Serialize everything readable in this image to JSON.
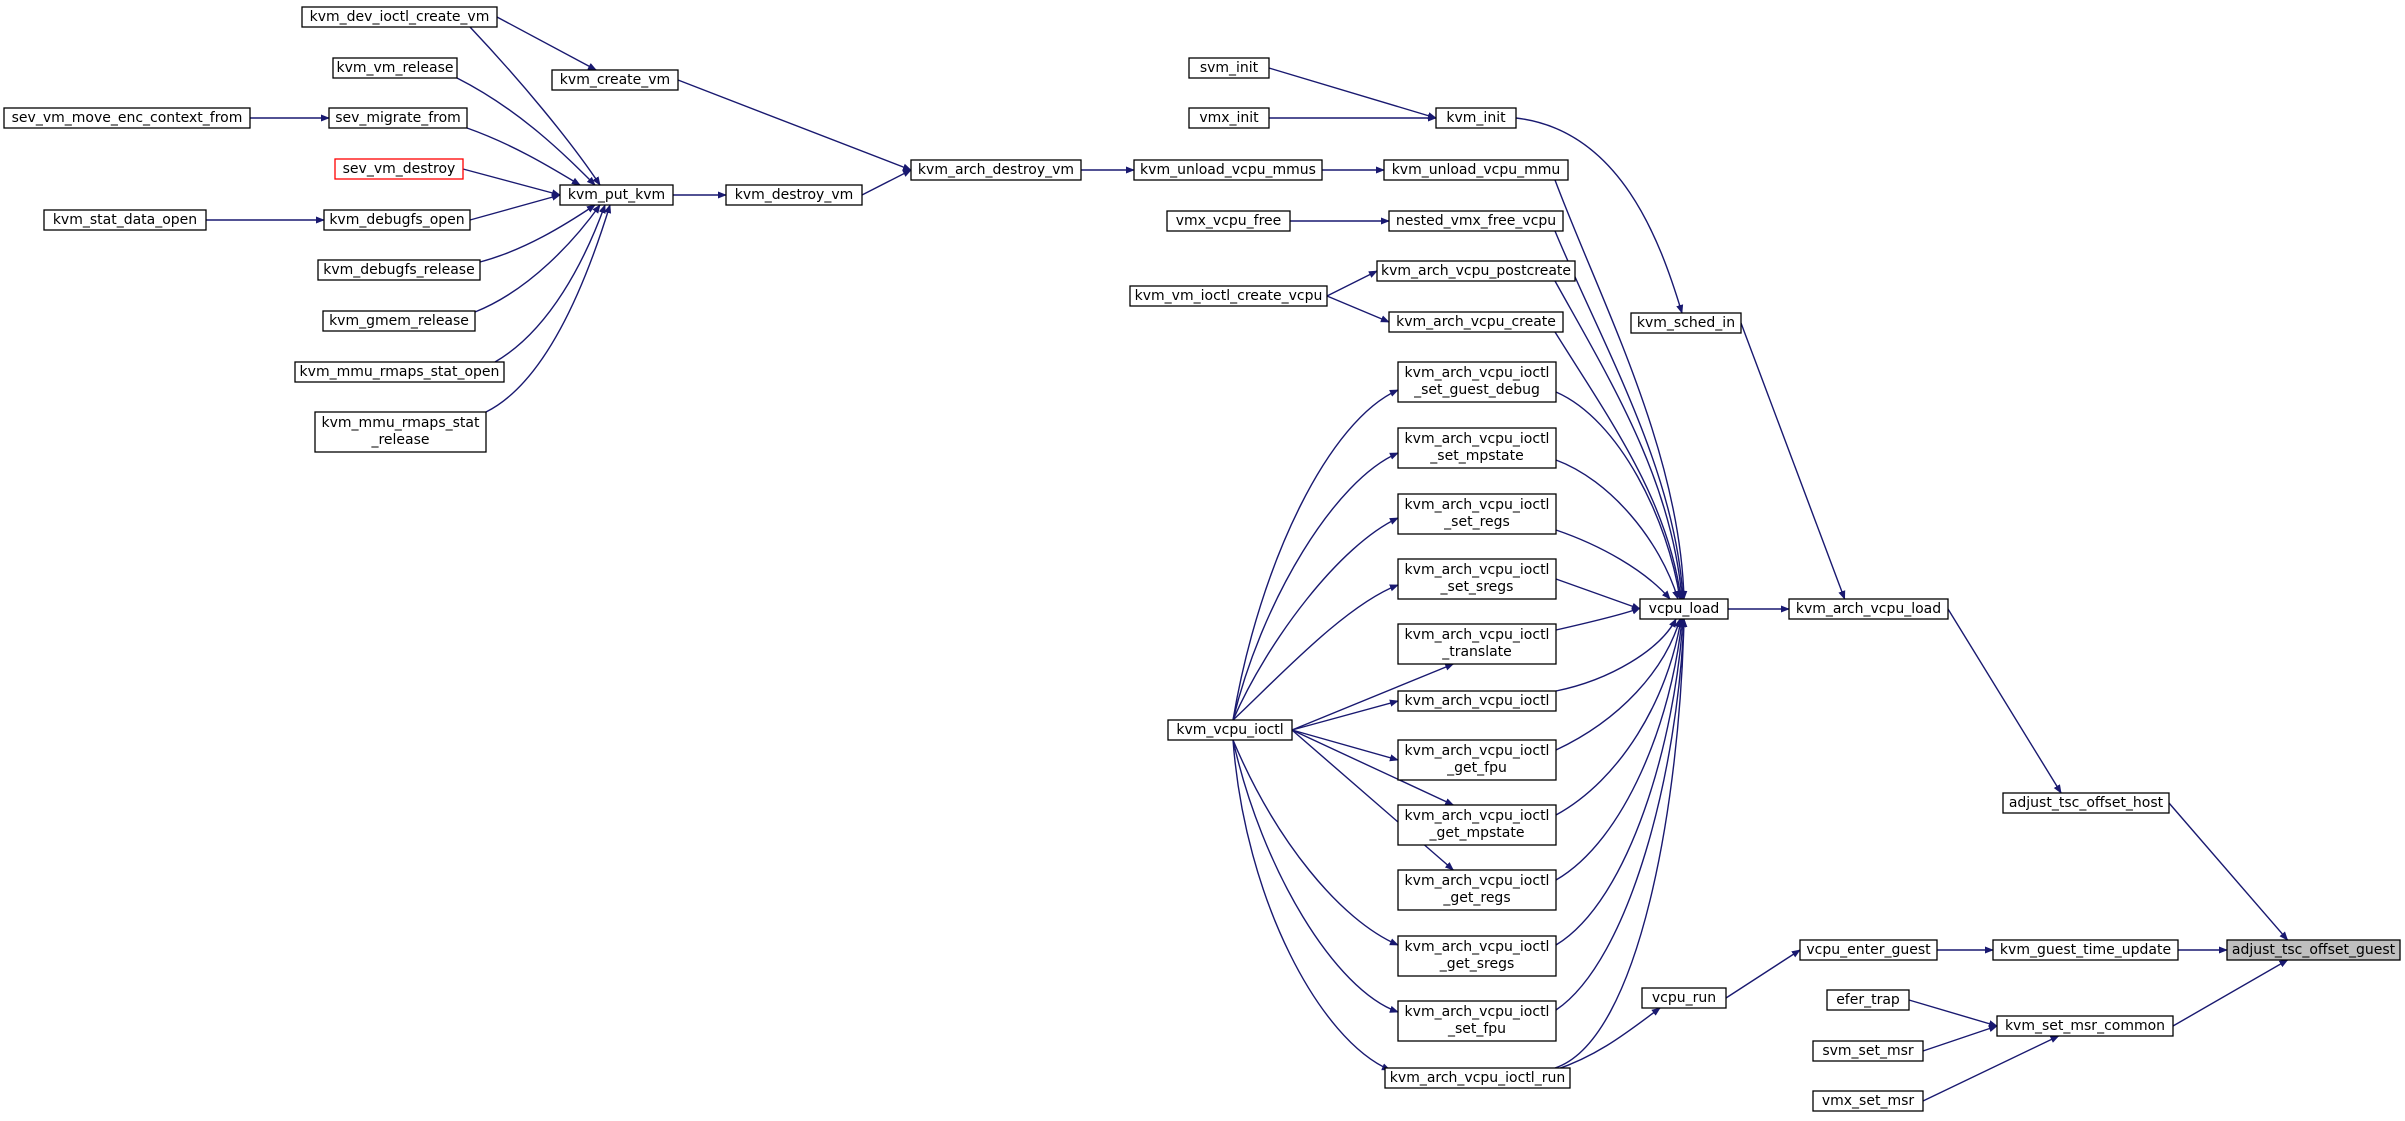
{
  "graph": {
    "edge_color": "#191970",
    "focus_fill": "#bfbfbf",
    "highlight_border": "#ff0000",
    "nodes": [
      {
        "id": "adjust_tsc_offset_guest",
        "lines": [
          "adjust_tsc_offset_guest"
        ],
        "style": "focus"
      },
      {
        "id": "adjust_tsc_offset_host",
        "lines": [
          "adjust_tsc_offset_host"
        ]
      },
      {
        "id": "kvm_guest_time_update",
        "lines": [
          "kvm_guest_time_update"
        ]
      },
      {
        "id": "kvm_set_msr_common",
        "lines": [
          "kvm_set_msr_common"
        ]
      },
      {
        "id": "kvm_arch_vcpu_load",
        "lines": [
          "kvm_arch_vcpu_load"
        ]
      },
      {
        "id": "vcpu_enter_guest",
        "lines": [
          "vcpu_enter_guest"
        ]
      },
      {
        "id": "efer_trap",
        "lines": [
          "efer_trap"
        ]
      },
      {
        "id": "svm_set_msr",
        "lines": [
          "svm_set_msr"
        ]
      },
      {
        "id": "vmx_set_msr",
        "lines": [
          "vmx_set_msr"
        ]
      },
      {
        "id": "kvm_sched_in",
        "lines": [
          "kvm_sched_in"
        ]
      },
      {
        "id": "vcpu_load",
        "lines": [
          "vcpu_load"
        ]
      },
      {
        "id": "vcpu_run",
        "lines": [
          "vcpu_run"
        ]
      },
      {
        "id": "kvm_init",
        "lines": [
          "kvm_init"
        ]
      },
      {
        "id": "kvm_unload_vcpu_mmu",
        "lines": [
          "kvm_unload_vcpu_mmu"
        ]
      },
      {
        "id": "nested_vmx_free_vcpu",
        "lines": [
          "nested_vmx_free_vcpu"
        ]
      },
      {
        "id": "kvm_arch_vcpu_postcreate",
        "lines": [
          "kvm_arch_vcpu_postcreate"
        ]
      },
      {
        "id": "kvm_arch_vcpu_create",
        "lines": [
          "kvm_arch_vcpu_create"
        ]
      },
      {
        "id": "kvm_arch_vcpu_ioctl_set_guest_debug",
        "lines": [
          "kvm_arch_vcpu_ioctl",
          "_set_guest_debug"
        ]
      },
      {
        "id": "kvm_arch_vcpu_ioctl_set_mpstate",
        "lines": [
          "kvm_arch_vcpu_ioctl",
          "_set_mpstate"
        ]
      },
      {
        "id": "kvm_arch_vcpu_ioctl_set_regs",
        "lines": [
          "kvm_arch_vcpu_ioctl",
          "_set_regs"
        ]
      },
      {
        "id": "kvm_arch_vcpu_ioctl_set_sregs",
        "lines": [
          "kvm_arch_vcpu_ioctl",
          "_set_sregs"
        ]
      },
      {
        "id": "kvm_arch_vcpu_ioctl_translate",
        "lines": [
          "kvm_arch_vcpu_ioctl",
          "_translate"
        ]
      },
      {
        "id": "kvm_arch_vcpu_ioctl",
        "lines": [
          "kvm_arch_vcpu_ioctl"
        ]
      },
      {
        "id": "kvm_arch_vcpu_ioctl_get_fpu",
        "lines": [
          "kvm_arch_vcpu_ioctl",
          "_get_fpu"
        ]
      },
      {
        "id": "kvm_arch_vcpu_ioctl_get_mpstate",
        "lines": [
          "kvm_arch_vcpu_ioctl",
          "_get_mpstate"
        ]
      },
      {
        "id": "kvm_arch_vcpu_ioctl_get_regs",
        "lines": [
          "kvm_arch_vcpu_ioctl",
          "_get_regs"
        ]
      },
      {
        "id": "kvm_arch_vcpu_ioctl_get_sregs",
        "lines": [
          "kvm_arch_vcpu_ioctl",
          "_get_sregs"
        ]
      },
      {
        "id": "kvm_arch_vcpu_ioctl_set_fpu",
        "lines": [
          "kvm_arch_vcpu_ioctl",
          "_set_fpu"
        ]
      },
      {
        "id": "kvm_arch_vcpu_ioctl_run",
        "lines": [
          "kvm_arch_vcpu_ioctl_run"
        ]
      },
      {
        "id": "svm_init",
        "lines": [
          "svm_init"
        ]
      },
      {
        "id": "vmx_init",
        "lines": [
          "vmx_init"
        ]
      },
      {
        "id": "kvm_unload_vcpu_mmus",
        "lines": [
          "kvm_unload_vcpu_mmus"
        ]
      },
      {
        "id": "vmx_vcpu_free",
        "lines": [
          "vmx_vcpu_free"
        ]
      },
      {
        "id": "kvm_vm_ioctl_create_vcpu",
        "lines": [
          "kvm_vm_ioctl_create_vcpu"
        ]
      },
      {
        "id": "kvm_vcpu_ioctl",
        "lines": [
          "kvm_vcpu_ioctl"
        ]
      },
      {
        "id": "kvm_arch_destroy_vm",
        "lines": [
          "kvm_arch_destroy_vm"
        ]
      },
      {
        "id": "kvm_create_vm",
        "lines": [
          "kvm_create_vm"
        ]
      },
      {
        "id": "kvm_destroy_vm",
        "lines": [
          "kvm_destroy_vm"
        ]
      },
      {
        "id": "kvm_put_kvm",
        "lines": [
          "kvm_put_kvm"
        ]
      },
      {
        "id": "kvm_dev_ioctl_create_vm",
        "lines": [
          "kvm_dev_ioctl_create_vm"
        ]
      },
      {
        "id": "kvm_vm_release",
        "lines": [
          "kvm_vm_release"
        ]
      },
      {
        "id": "sev_migrate_from",
        "lines": [
          "sev_migrate_from"
        ]
      },
      {
        "id": "sev_vm_destroy",
        "lines": [
          "sev_vm_destroy"
        ],
        "style": "highlight"
      },
      {
        "id": "kvm_debugfs_open",
        "lines": [
          "kvm_debugfs_open"
        ]
      },
      {
        "id": "kvm_debugfs_release",
        "lines": [
          "kvm_debugfs_release"
        ]
      },
      {
        "id": "kvm_gmem_release",
        "lines": [
          "kvm_gmem_release"
        ]
      },
      {
        "id": "kvm_mmu_rmaps_stat_open",
        "lines": [
          "kvm_mmu_rmaps_stat_open"
        ]
      },
      {
        "id": "kvm_mmu_rmaps_stat_release",
        "lines": [
          "kvm_mmu_rmaps_stat",
          "_release"
        ]
      },
      {
        "id": "sev_vm_move_enc_context_from",
        "lines": [
          "sev_vm_move_enc_context_from"
        ]
      },
      {
        "id": "kvm_stat_data_open",
        "lines": [
          "kvm_stat_data_open"
        ]
      }
    ],
    "edges": [
      [
        "adjust_tsc_offset_host",
        "adjust_tsc_offset_guest"
      ],
      [
        "kvm_guest_time_update",
        "adjust_tsc_offset_guest"
      ],
      [
        "kvm_set_msr_common",
        "adjust_tsc_offset_guest"
      ],
      [
        "kvm_arch_vcpu_load",
        "adjust_tsc_offset_host"
      ],
      [
        "vcpu_enter_guest",
        "kvm_guest_time_update"
      ],
      [
        "efer_trap",
        "kvm_set_msr_common"
      ],
      [
        "svm_set_msr",
        "kvm_set_msr_common"
      ],
      [
        "vmx_set_msr",
        "kvm_set_msr_common"
      ],
      [
        "kvm_sched_in",
        "kvm_arch_vcpu_load"
      ],
      [
        "vcpu_load",
        "kvm_arch_vcpu_load"
      ],
      [
        "vcpu_run",
        "vcpu_enter_guest"
      ],
      [
        "kvm_init",
        "kvm_sched_in"
      ],
      [
        "kvm_unload_vcpu_mmu",
        "vcpu_load"
      ],
      [
        "nested_vmx_free_vcpu",
        "vcpu_load"
      ],
      [
        "kvm_arch_vcpu_postcreate",
        "vcpu_load"
      ],
      [
        "kvm_arch_vcpu_create",
        "vcpu_load"
      ],
      [
        "kvm_arch_vcpu_ioctl_set_guest_debug",
        "vcpu_load"
      ],
      [
        "kvm_arch_vcpu_ioctl_set_mpstate",
        "vcpu_load"
      ],
      [
        "kvm_arch_vcpu_ioctl_set_regs",
        "vcpu_load"
      ],
      [
        "kvm_arch_vcpu_ioctl_set_sregs",
        "vcpu_load"
      ],
      [
        "kvm_arch_vcpu_ioctl_translate",
        "vcpu_load"
      ],
      [
        "kvm_arch_vcpu_ioctl",
        "vcpu_load"
      ],
      [
        "kvm_arch_vcpu_ioctl_get_fpu",
        "vcpu_load"
      ],
      [
        "kvm_arch_vcpu_ioctl_get_mpstate",
        "vcpu_load"
      ],
      [
        "kvm_arch_vcpu_ioctl_get_regs",
        "vcpu_load"
      ],
      [
        "kvm_arch_vcpu_ioctl_get_sregs",
        "vcpu_load"
      ],
      [
        "kvm_arch_vcpu_ioctl_set_fpu",
        "vcpu_load"
      ],
      [
        "kvm_arch_vcpu_ioctl_run",
        "vcpu_load"
      ],
      [
        "kvm_arch_vcpu_ioctl_run",
        "vcpu_run"
      ],
      [
        "svm_init",
        "kvm_init"
      ],
      [
        "vmx_init",
        "kvm_init"
      ],
      [
        "kvm_unload_vcpu_mmus",
        "kvm_unload_vcpu_mmu"
      ],
      [
        "vmx_vcpu_free",
        "nested_vmx_free_vcpu"
      ],
      [
        "kvm_vm_ioctl_create_vcpu",
        "kvm_arch_vcpu_postcreate"
      ],
      [
        "kvm_vm_ioctl_create_vcpu",
        "kvm_arch_vcpu_create"
      ],
      [
        "kvm_vcpu_ioctl",
        "kvm_arch_vcpu_ioctl_set_guest_debug"
      ],
      [
        "kvm_vcpu_ioctl",
        "kvm_arch_vcpu_ioctl_set_mpstate"
      ],
      [
        "kvm_vcpu_ioctl",
        "kvm_arch_vcpu_ioctl_set_regs"
      ],
      [
        "kvm_vcpu_ioctl",
        "kvm_arch_vcpu_ioctl_set_sregs"
      ],
      [
        "kvm_vcpu_ioctl",
        "kvm_arch_vcpu_ioctl_translate"
      ],
      [
        "kvm_vcpu_ioctl",
        "kvm_arch_vcpu_ioctl"
      ],
      [
        "kvm_vcpu_ioctl",
        "kvm_arch_vcpu_ioctl_get_fpu"
      ],
      [
        "kvm_vcpu_ioctl",
        "kvm_arch_vcpu_ioctl_get_mpstate"
      ],
      [
        "kvm_vcpu_ioctl",
        "kvm_arch_vcpu_ioctl_get_regs"
      ],
      [
        "kvm_vcpu_ioctl",
        "kvm_arch_vcpu_ioctl_get_sregs"
      ],
      [
        "kvm_vcpu_ioctl",
        "kvm_arch_vcpu_ioctl_set_fpu"
      ],
      [
        "kvm_vcpu_ioctl",
        "kvm_arch_vcpu_ioctl_run"
      ],
      [
        "kvm_arch_destroy_vm",
        "kvm_unload_vcpu_mmus"
      ],
      [
        "kvm_create_vm",
        "kvm_arch_destroy_vm"
      ],
      [
        "kvm_destroy_vm",
        "kvm_arch_destroy_vm"
      ],
      [
        "kvm_put_kvm",
        "kvm_destroy_vm"
      ],
      [
        "kvm_dev_ioctl_create_vm",
        "kvm_create_vm"
      ],
      [
        "kvm_dev_ioctl_create_vm",
        "kvm_put_kvm"
      ],
      [
        "kvm_vm_release",
        "kvm_put_kvm"
      ],
      [
        "sev_migrate_from",
        "kvm_put_kvm"
      ],
      [
        "sev_vm_destroy",
        "kvm_put_kvm"
      ],
      [
        "kvm_debugfs_open",
        "kvm_put_kvm"
      ],
      [
        "kvm_debugfs_release",
        "kvm_put_kvm"
      ],
      [
        "kvm_gmem_release",
        "kvm_put_kvm"
      ],
      [
        "kvm_mmu_rmaps_stat_open",
        "kvm_put_kvm"
      ],
      [
        "kvm_mmu_rmaps_stat_release",
        "kvm_put_kvm"
      ],
      [
        "sev_vm_move_enc_context_from",
        "sev_migrate_from"
      ],
      [
        "kvm_stat_data_open",
        "kvm_debugfs_open"
      ]
    ]
  }
}
